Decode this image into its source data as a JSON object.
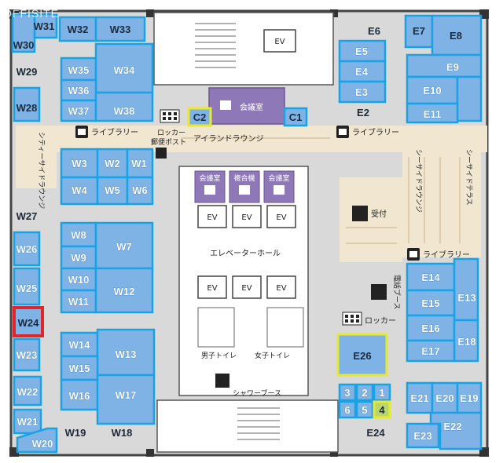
{
  "watermark": "OFFISITE",
  "colors": {
    "room_fill": "#7fb3e6",
    "room_border": "#19a3e6",
    "lounge": "#f1e6d0",
    "highlight_red": "#e0262b",
    "highlight_yellow": "#e8e832",
    "meeting": "#8e78b8",
    "corridor": "#d9d9d9",
    "structure": "#4a4a4a"
  },
  "rooms": {
    "w31": "W31",
    "w32": "W32",
    "w33": "W33",
    "w30": "W30",
    "w29": "W29",
    "w28": "W28",
    "w35": "W35",
    "w34": "W34",
    "w36": "W36",
    "w37": "W37",
    "w38": "W38",
    "w3": "W3",
    "w2": "W2",
    "w1": "W1",
    "w4": "W4",
    "w5": "W5",
    "w6": "W6",
    "w27": "W27",
    "w26": "W26",
    "w25": "W25",
    "w24": "W24",
    "w23": "W23",
    "w22": "W22",
    "w21": "W21",
    "w20": "W20",
    "w19": "W19",
    "w18": "W18",
    "w8": "W8",
    "w9": "W9",
    "w7": "W7",
    "w10": "W10",
    "w11": "W11",
    "w12": "W12",
    "w14": "W14",
    "w15": "W15",
    "w13": "W13",
    "w16": "W16",
    "w17": "W17",
    "c1": "C1",
    "c2": "C2",
    "e6": "E6",
    "e5": "E5",
    "e4": "E4",
    "e3": "E3",
    "e2": "E2",
    "e7": "E7",
    "e8": "E8",
    "e9": "E9",
    "e10": "E10",
    "e11": "E11",
    "e14": "E14",
    "e15": "E15",
    "e16": "E16",
    "e17": "E17",
    "e13": "E13",
    "e18": "E18",
    "e26": "E26",
    "e24": "E24",
    "e21": "E21",
    "e20": "E20",
    "e19": "E19",
    "e23": "E23",
    "e22": "E22",
    "b1": "1",
    "b2": "2",
    "b3": "3",
    "b4": "4",
    "b5": "5",
    "b6": "6"
  },
  "labels": {
    "ev": "EV",
    "library": "ライブラリー",
    "locker": "ロッカー",
    "mail_post": "郵便ポスト",
    "meeting_room": "会議室",
    "multipurpose": "複合機",
    "island_lounge": "アイランドラウンジ",
    "city_side_lounge": "シティーサイドラウンジ",
    "seaside_lounge": "シーサイドラウンジ",
    "seaside_terrace": "シーサイドテラス",
    "reception": "受付",
    "elevator_hall": "エレベーターホール",
    "phone_booth": "電話ブース",
    "men_toilet": "男子トイレ",
    "women_toilet": "女子トイレ",
    "shower_booth": "シャワーブース"
  }
}
